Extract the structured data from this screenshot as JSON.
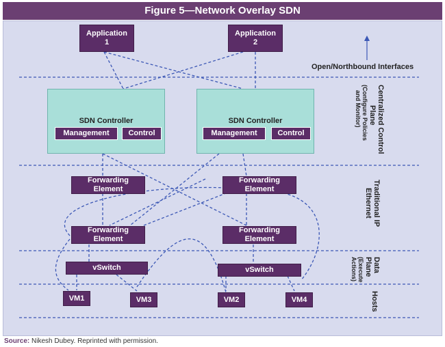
{
  "title": "Figure 5—Network Overlay SDN",
  "applications": [
    {
      "line1": "Application",
      "line2": "1"
    },
    {
      "line1": "Application",
      "line2": "2"
    }
  ],
  "northbound_label": "Open/Northbound Interfaces",
  "controllers": [
    {
      "title": "SDN Controller",
      "management": "Management",
      "control": "Control"
    },
    {
      "title": "SDN Controller",
      "management": "Management",
      "control": "Control"
    }
  ],
  "forwarding_elements": [
    {
      "line1": "Forwarding",
      "line2": "Element"
    },
    {
      "line1": "Forwarding",
      "line2": "Element"
    },
    {
      "line1": "Forwarding",
      "line2": "Element"
    },
    {
      "line1": "Forwarding",
      "line2": "Element"
    }
  ],
  "vswitches": [
    "vSwitch",
    "vSwitch"
  ],
  "vms": [
    "VM1",
    "VM3",
    "VM2",
    "VM4"
  ],
  "side_labels": {
    "control_plane": "Centralized Control",
    "control_plane_2": "Plane",
    "control_plane_sub": "(Configure Policies",
    "control_plane_sub2": "and Monitor)",
    "traditional": "Traditional IP",
    "traditional_2": "Ethernet",
    "data_plane": "Data",
    "data_plane_2": "Plane",
    "data_plane_sub": "(Execute",
    "data_plane_sub2": "Actions)",
    "hosts": "Hosts"
  },
  "source": {
    "label": "Source:",
    "text": "Nikesh Dubey. Reprinted with permission."
  },
  "colors": {
    "purple": "#5b2d67",
    "teal": "#a9dfd9",
    "panel": "#d8dbee",
    "dash": "#3b57b5"
  }
}
